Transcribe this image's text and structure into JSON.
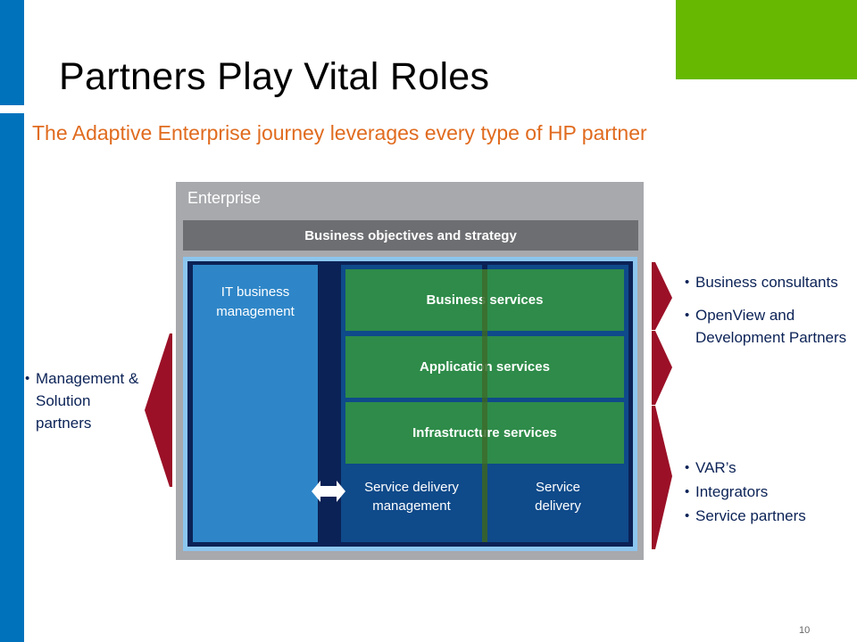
{
  "title": "Partners Play Vital Roles",
  "subtitle": "The Adaptive Enterprise journey leverages every type of HP partner",
  "diagram": {
    "enterprise_label": "Enterprise",
    "business_objectives": "Business objectives and strategy",
    "it_business_management": "IT business management",
    "services": [
      "Business services",
      "Application services",
      "Infrastructure services"
    ],
    "service_delivery_management": "Service delivery management",
    "service_delivery": "Service delivery"
  },
  "left_partners": {
    "item": "Management & Solution partners"
  },
  "right_partners": {
    "group1": [
      "Business consultants",
      "OpenView and Development Partners"
    ],
    "group2": [
      "VAR’s",
      "Integrators",
      "Service partners"
    ]
  },
  "colors": {
    "accent_blue": "#0072bc",
    "accent_green": "#66b800",
    "subtitle_orange": "#e06b1f",
    "service_green": "#2e8b49",
    "arrow_red": "#9b1027"
  },
  "page_number": "10"
}
